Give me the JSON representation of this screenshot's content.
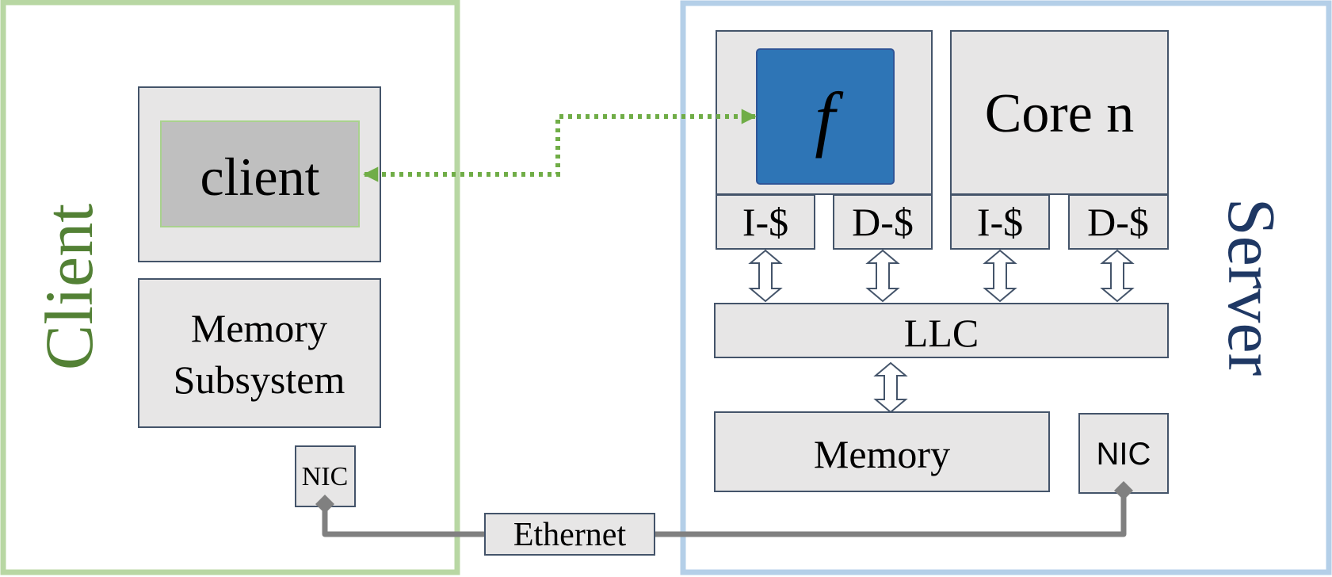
{
  "client": {
    "panel_label": "Client",
    "process_label": "client",
    "memory_line1": "Memory",
    "memory_line2": "Subsystem",
    "nic_label": "NIC"
  },
  "server": {
    "panel_label": "Server",
    "function_label": "f",
    "core_n_label": "Core n",
    "icache_label": "I-$",
    "dcache_label": "D-$",
    "llc_label": "LLC",
    "memory_label": "Memory",
    "nic_label": "NIC"
  },
  "network": {
    "link_label": "Ethernet"
  },
  "colors": {
    "client_frame": "#b8d7a3",
    "client_text": "#538135",
    "server_frame": "#b4cfe8",
    "server_text": "#1f3864",
    "box_fill": "#e7e6e6",
    "box_stroke": "#44546a",
    "client_box_fill": "#bfbfbf",
    "client_box_stroke": "#a9d18e",
    "function_fill": "#2e75b6",
    "link_arrow": "#70ad47",
    "ethernet_line": "#808080"
  }
}
